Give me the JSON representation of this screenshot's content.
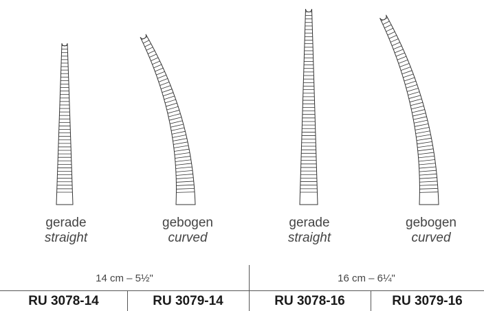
{
  "instruments": [
    {
      "de": "gerade",
      "en": "straight",
      "code": "RU 3078-14",
      "shape": "straight",
      "size": "14 cm"
    },
    {
      "de": "gebogen",
      "en": "curved",
      "code": "RU 3079-14",
      "shape": "curved",
      "size": "14 cm"
    },
    {
      "de": "gerade",
      "en": "straight",
      "code": "RU 3078-16",
      "shape": "straight",
      "size": "16 cm"
    },
    {
      "de": "gebogen",
      "en": "curved",
      "code": "RU 3079-16",
      "shape": "curved",
      "size": "16 cm"
    }
  ],
  "sizes": {
    "small": "14 cm – 5½\"",
    "large": "16 cm – 6¼\""
  }
}
